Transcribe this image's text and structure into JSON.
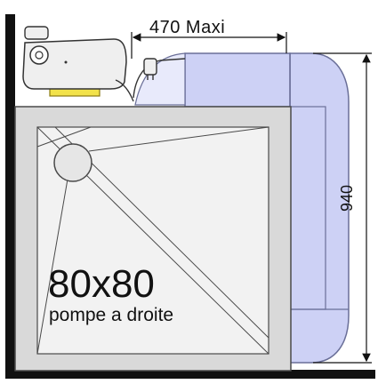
{
  "labels": {
    "max_width": "470 Maxi",
    "height": "940",
    "model": "80x80",
    "pump_position": "pompe a droite"
  },
  "icons": {
    "pump": "pump-motor-icon",
    "connector": "pipe-connector-icon",
    "drain": "drain-icon"
  },
  "colors": {
    "wall": "#111111",
    "tray_fill": "#ececec",
    "tray_border": "#4a4a4a",
    "box_fill": "#cdd1f5",
    "box_border": "#6a6f98",
    "pump_base": "#f2e24a",
    "dimension_line": "#111111"
  }
}
